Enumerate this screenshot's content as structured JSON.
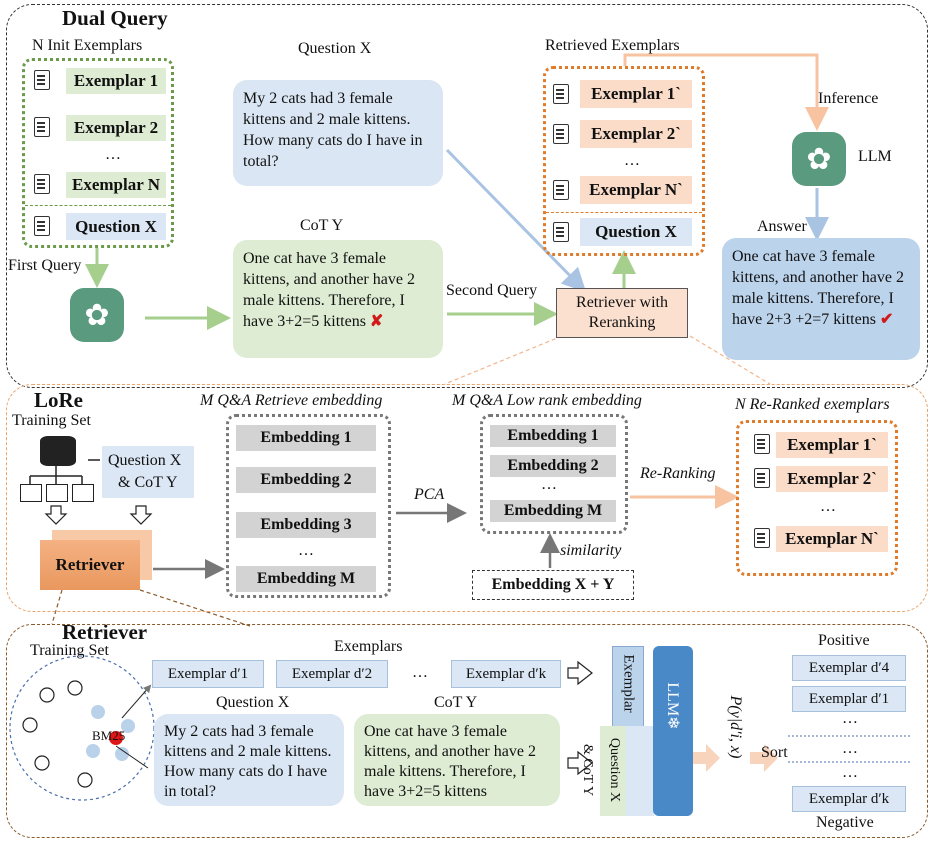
{
  "dual_query": {
    "title": "Dual Query",
    "init_exemplars_label": "N Init Exemplars",
    "init_exemplars": [
      "Exemplar 1",
      "Exemplar 2",
      "…",
      "Exemplar N"
    ],
    "question_box": "Question X",
    "question_label": "Question X",
    "question_text": "My 2 cats had 3 female kittens and 2 male kittens. How many cats do I have in total?",
    "cot_label": "CoT Y",
    "cot_text": "One cat have 3 female kittens, and another have 2 male kittens. Therefore, I have 3+2=5 kittens",
    "first_query": "First Query",
    "second_query": "Second Query",
    "retriever_box": "Retriever with Reranking",
    "retrieved_label": "Retrieved Exemplars",
    "retrieved_exemplars": [
      "Exemplar 1`",
      "Exemplar 2`",
      "…",
      "Exemplar N`"
    ],
    "inference": "Inference",
    "llm": "LLM",
    "answer_label": "Answer",
    "answer_text": "One cat have 3 female kittens, and another have 2 male kittens. Therefore, I have 2+3 +2=7 kittens",
    "wrong_mark": "✘",
    "right_mark": "✔"
  },
  "lore": {
    "title": "LoRe",
    "training_set": "Training Set",
    "question_cot_line1": "Question X",
    "question_cot_line2": "& CoT Y",
    "retriever": "Retriever",
    "retrieve_embedding_label": "M Q&A Retrieve embedding",
    "embeddings": [
      "Embedding 1",
      "Embedding 2",
      "Embedding 3",
      "…",
      "Embedding M"
    ],
    "pca": "PCA",
    "low_rank_label": "M Q&A Low rank embedding",
    "low_rank_embeddings": [
      "Embedding 1",
      "Embedding 2",
      "…",
      "Embedding M"
    ],
    "similarity": "similarity",
    "embedding_xy": "Embedding X + Y",
    "reranking": "Re-Ranking",
    "reranked_label": "N Re-Ranked exemplars",
    "reranked_exemplars": [
      "Exemplar 1`",
      "Exemplar 2`",
      "…",
      "Exemplar N`"
    ]
  },
  "retriever": {
    "title": "Retriever",
    "training_set": "Training Set",
    "bm25": "BM25",
    "exemplars_label": "Exemplars",
    "exemplars": [
      "Exemplar d′1",
      "Exemplar d′2",
      "…",
      "Exemplar d′k"
    ],
    "question_label": "Question X",
    "question_text": "My 2 cats had 3 female kittens and 2 male kittens. How many cats do I have in total?",
    "cot_label": "CoT Y",
    "cot_text": "One cat have 3 female kittens, and another have 2 male kittens. Therefore, I have 3+2=5 kittens",
    "exemplar_vertical": "Exemplar",
    "question_vertical_1": "Question X",
    "question_vertical_2": "& CoT Y",
    "llm_vertical": "LLM❄",
    "prob": "P(y|d′i, x)",
    "sort": "Sort",
    "positive": "Positive",
    "negative": "Negative",
    "sorted": [
      "Exemplar d′4",
      "Exemplar d′1",
      "…",
      "…",
      "…",
      "Exemplar d′k"
    ]
  },
  "colors": {
    "green_border": "#6a9a4a",
    "orange_border": "#e07b2a",
    "llm_teal": "#5a9a7f",
    "llm_blue": "#4a89c8",
    "wrong_red": "#d11a1a"
  }
}
